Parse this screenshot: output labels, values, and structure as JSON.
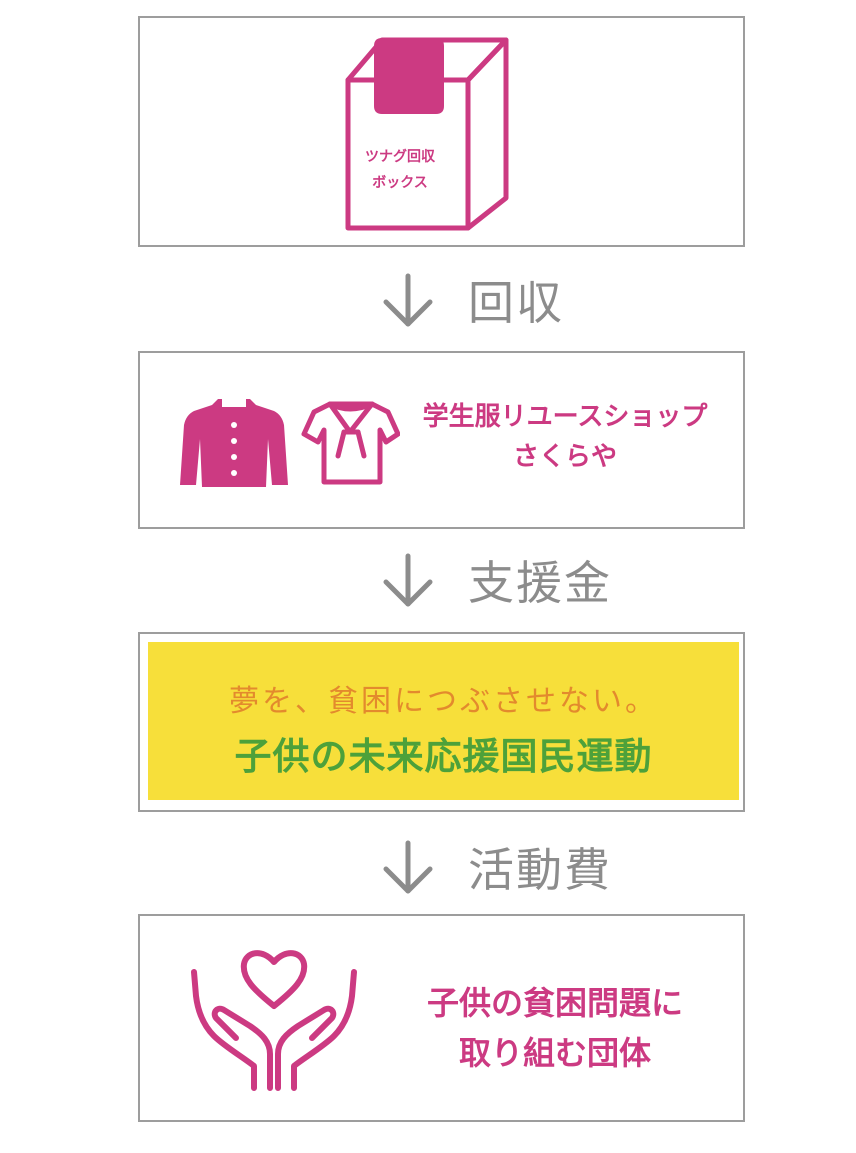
{
  "colors": {
    "accent_pink": "#cc3a82",
    "arrow_gray": "#8c8c8c",
    "border_gray": "#9d9d9d",
    "banner_yellow": "#f7df3a",
    "banner_orange": "#e38a2d",
    "banner_green": "#4da13a"
  },
  "box1": {
    "icon": "collection-box-icon",
    "caption_line1": "ツナグ回収",
    "caption_line2": "ボックス"
  },
  "step1": {
    "icon": "down-arrow-icon",
    "label": "回収"
  },
  "box2": {
    "icons": [
      "school-jacket-icon",
      "sailor-blouse-icon"
    ],
    "name_line1": "学生服リユースショップ",
    "name_line2": "さくらや"
  },
  "step2": {
    "icon": "down-arrow-icon",
    "label": "支援金"
  },
  "box3": {
    "slogan": "夢を、貧困につぶさせない。",
    "title": "子供の未来応援国民運動"
  },
  "step3": {
    "icon": "down-arrow-icon",
    "label": "活動費"
  },
  "box4": {
    "icon": "heart-in-hands-icon",
    "text_line1": "子供の貧困問題に",
    "text_line2": "取り組む団体"
  }
}
